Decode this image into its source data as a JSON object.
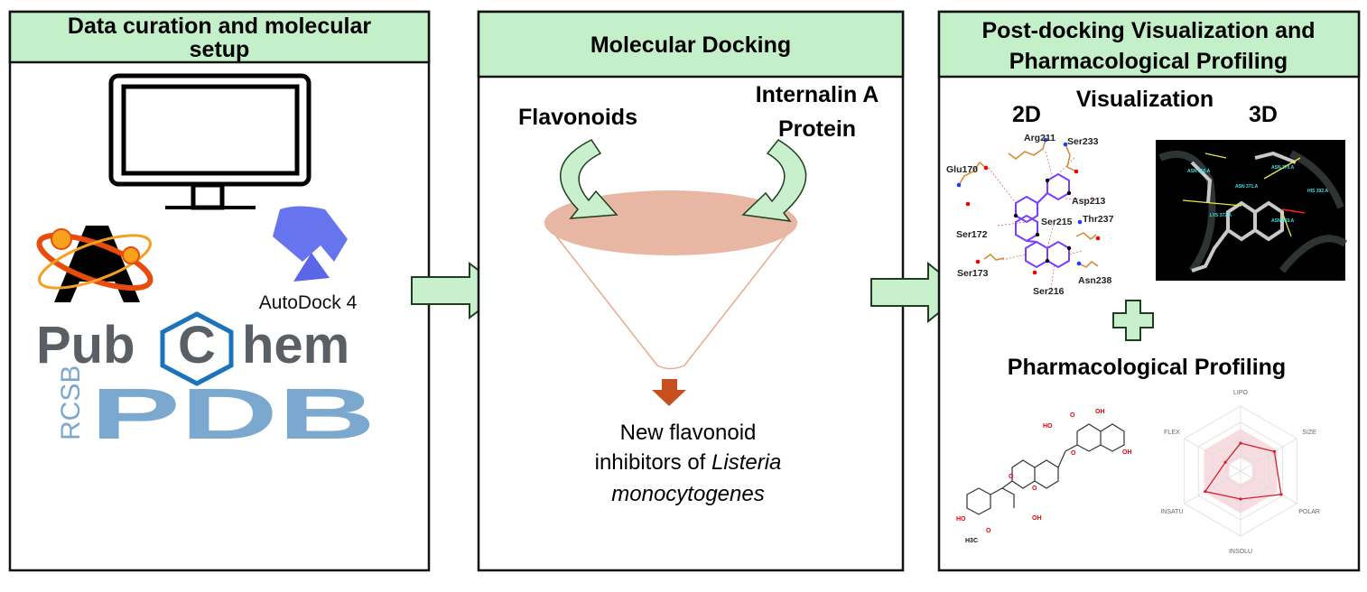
{
  "panels": [
    {
      "title_lines": [
        "Data curation and molecular",
        "setup"
      ],
      "logos": {
        "avogadro": "A",
        "autodock": "AutoDock 4",
        "pubchem": [
          "Pub",
          "C",
          "hem"
        ],
        "rcsb": "RCSB",
        "pdb": "PDB"
      }
    },
    {
      "title_lines": [
        "Molecular Docking"
      ],
      "input_left": "Flavonoids",
      "input_right_lines": [
        "Internalin A",
        "Protein"
      ],
      "output_lines": [
        "New flavonoid",
        "inhibitors of ",
        "Listeria",
        "monocytogenes"
      ]
    },
    {
      "title_lines": [
        "Post-docking Visualization and",
        "Pharmacological Profiling"
      ],
      "visualization": "Visualization",
      "label_2d": "2D",
      "label_3d": "3D",
      "residues_2d": [
        "Arg211",
        "Ser233",
        "Glu170",
        "Asp213",
        "Ser215",
        "Thr237",
        "Ser172",
        "Ser173",
        "Asn238",
        "Ser216"
      ],
      "residues_3d": [
        "ASN 350.A",
        "ASN 370.A",
        "ASN 371.A",
        "HIS 392.A",
        "LYS 372.A",
        "ASN 393.A"
      ],
      "profiling": "Pharmacological Profiling",
      "molecule_atoms": [
        "O",
        "OH",
        "HO",
        "OH",
        "O",
        "O",
        "O",
        "OH",
        "HO",
        "O",
        "H3C"
      ],
      "radar": {
        "axes": [
          "LIPO",
          "SIZE",
          "POLAR",
          "INSOLU",
          "INSATU",
          "FLEX"
        ],
        "values": [
          0.43,
          0.6,
          0.72,
          0.43,
          0.63,
          0.27
        ],
        "optimal_outer": 0.65,
        "optimal_inner": 0.2
      }
    }
  ],
  "colors": {
    "header": "#c3efc9",
    "arrow": "#c8f0cc",
    "funnel": "#e8b7a3",
    "output_arrow": "#c8501e",
    "pdb": "#7aa8cf",
    "pubchem": "#5a5f66",
    "pubchem_hex": "#1b74bb"
  }
}
